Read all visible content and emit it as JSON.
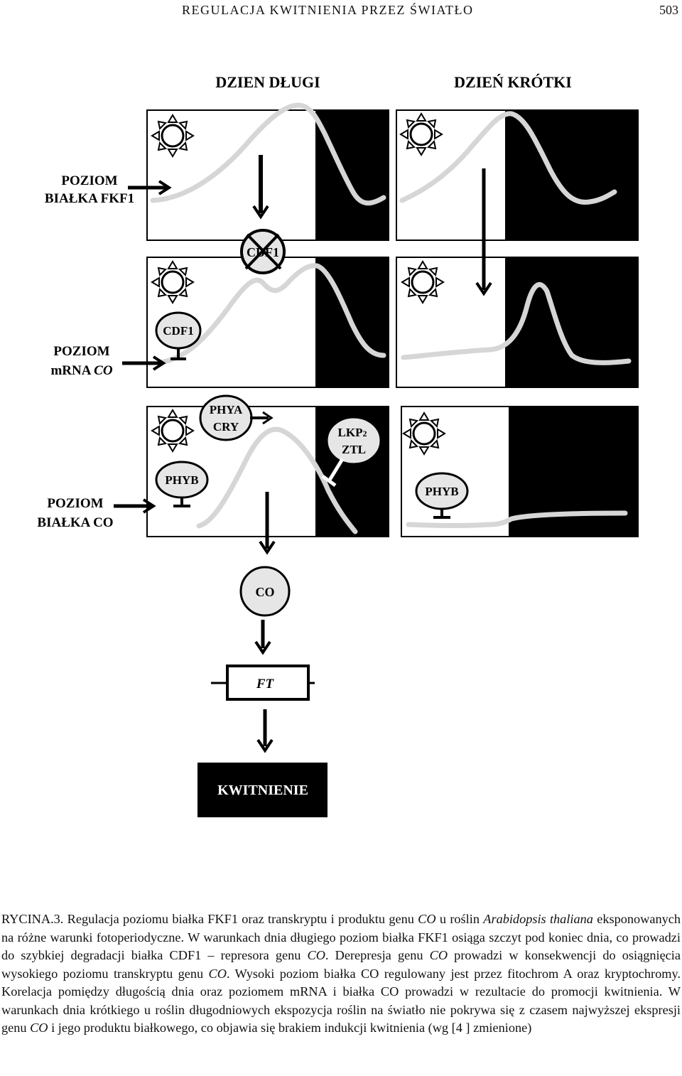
{
  "header": {
    "running_head": "REGULACJA KWITNIENIA PRZEZ ŚWIATŁO",
    "page_number": "503"
  },
  "figure": {
    "titles": {
      "long_day": "DZIEN DŁUGI",
      "short_day": "DZIEŃ KRÓTKI"
    },
    "row_labels": {
      "fkf1": {
        "line1": "POZIOM",
        "line2": "BIAŁKA FKF1"
      },
      "mrna": {
        "line1": "POZIOM",
        "line2_prefix": "mRNA ",
        "line2_gene": "CO"
      },
      "co_protein": {
        "line1": "POZIOM",
        "line2": "BIAŁKA CO"
      }
    },
    "nodes": {
      "cdf1_crossed": "CDF1",
      "cdf1": "CDF1",
      "phya": "PHYA",
      "cry": "CRY",
      "lkp2": "LKP",
      "lkp2_sub": "2",
      "ztl": "ZTL",
      "phyb_long": "PHYB",
      "phyb_short": "PHYB",
      "co": "CO",
      "ft": "FT",
      "flowering": "KWITNIENIE"
    },
    "colors": {
      "ink": "#000000",
      "curve": "#d6d6d6",
      "node_fill": "#e6e6e6"
    }
  },
  "caption": {
    "label": "RYCINA.3.",
    "s1": " Regulacja poziomu białka FKF1 oraz transkryptu i produktu genu ",
    "co1": "CO",
    "s2": " u roślin ",
    "genus": "Arabidopsis thaliana",
    "s3": " eksponowanych na różne warunki fotoperiodyczne. W warunkach dnia długiego poziom białka FKF1 osiąga szczyt pod koniec dnia, co prowadzi do szybkiej degradacji białka CDF1 – represora genu ",
    "co2": "CO",
    "s4": ". Derepresja genu ",
    "co3": "CO",
    "s5": " prowadzi w konsekwencji do osiągnięcia wysokiego poziomu transkryptu genu ",
    "co4": "CO",
    "s6": ". Wysoki poziom białka CO regulowany jest przez fitochrom  A oraz kryptochromy. Korelacja pomiędzy długością dnia oraz poziomem mRNA i białka CO prowadzi w rezultacie do promocji kwitnienia. W warunkach dnia krótkiego u roślin długodniowych ekspozycja roślin na światło nie pokrywa się z czasem najwyższej ekspresji genu ",
    "co5": "CO",
    "s7": " i  jego produktu białkowego, co objawia się brakiem indukcji kwitnienia (wg [4 ] zmienione)"
  }
}
